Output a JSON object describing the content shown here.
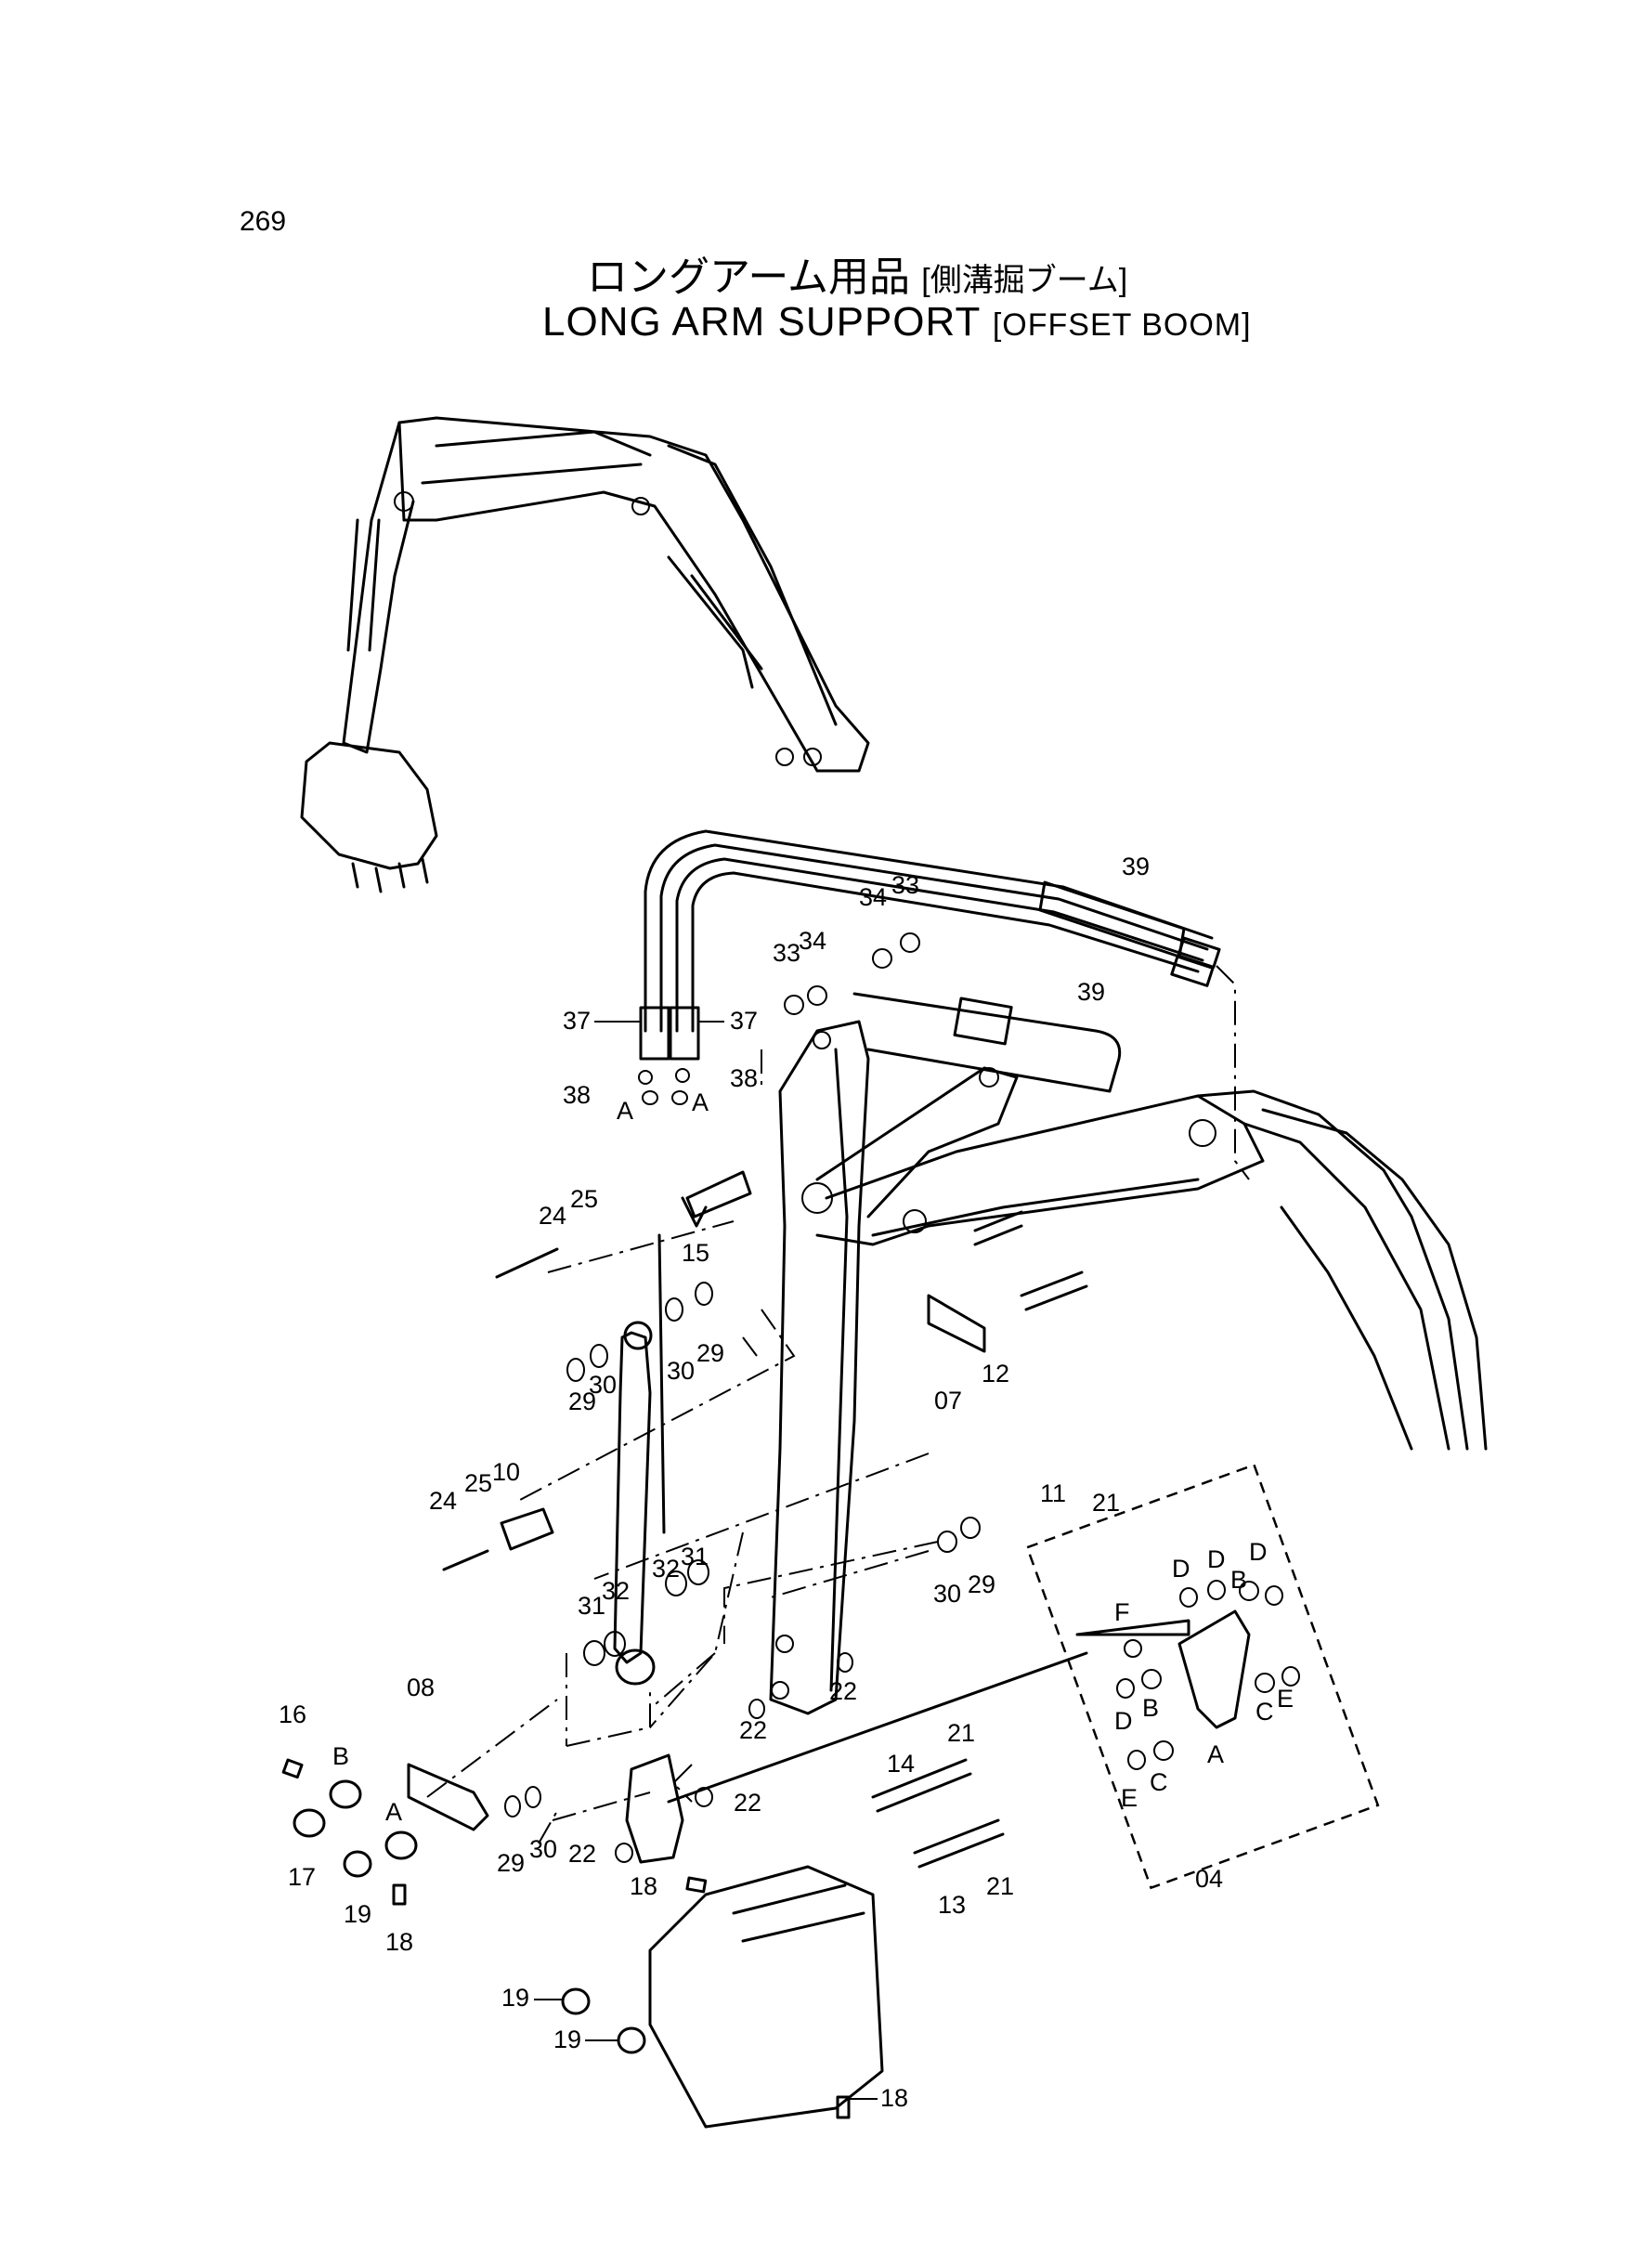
{
  "page_number": "269",
  "title": {
    "japanese_main": "ロングアーム用品",
    "japanese_sub": "[側溝掘ブーム]",
    "english_main": "LONG ARM SUPPORT",
    "english_sub": "[OFFSET BOOM]"
  },
  "callouts": {
    "c37a": "37",
    "c37b": "37",
    "c38a": "38",
    "c38b": "38",
    "cAa": "A",
    "cAb": "A",
    "c39a": "39",
    "c39b": "39",
    "c33a": "33",
    "c34a": "34",
    "c34b": "34",
    "c33b": "33",
    "c24a": "24",
    "c25a": "25",
    "c15": "15",
    "c29a": "29",
    "c30a": "30",
    "c29b": "29",
    "c30b": "30",
    "c24b": "24",
    "c25b": "25",
    "c10": "10",
    "c31a": "31",
    "c32a": "32",
    "c32b": "32",
    "c31b": "31",
    "c12": "12",
    "c07": "07",
    "c11": "11",
    "c21a": "21",
    "c30c": "30",
    "c29c": "29",
    "c22a": "22",
    "c22b": "22",
    "c16": "16",
    "c08": "08",
    "cB1": "B",
    "cA1": "A",
    "c17": "17",
    "c19a": "19",
    "c18a": "18",
    "c29d": "29",
    "c30d": "30",
    "c22c": "22",
    "c22d": "22",
    "c18b": "18",
    "c14": "14",
    "c21b": "21",
    "c13": "13",
    "c21c": "21",
    "c19b": "19",
    "c19c": "19",
    "c18c": "18",
    "cF": "F",
    "cD1": "D",
    "cD2": "D",
    "cD3": "D",
    "cB2": "B",
    "cD4": "D",
    "cB3": "B",
    "cC1": "C",
    "cE1": "E",
    "cA2": "A",
    "cE2": "E",
    "cC2": "C",
    "c04": "04"
  }
}
